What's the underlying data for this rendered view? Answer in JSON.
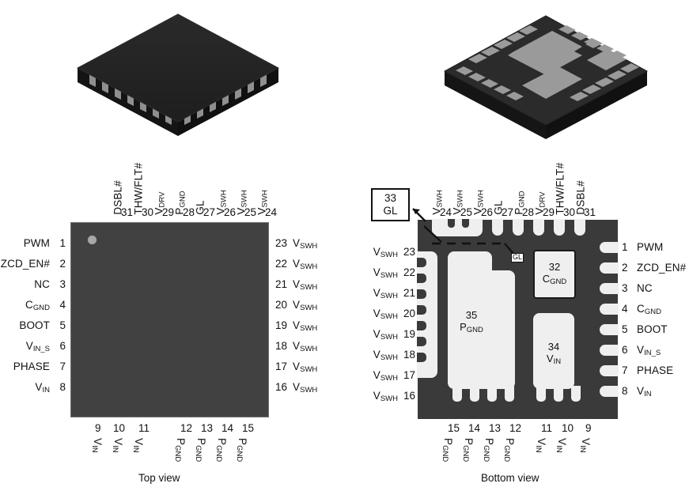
{
  "figure": {
    "type": "ic-package-pinout",
    "package_style": "QFN 31-pin with exposed pads",
    "views": [
      "Top view",
      "Bottom view"
    ]
  },
  "captions": {
    "top_view": "Top view",
    "bottom_view": "Bottom view"
  },
  "colors": {
    "body_top": "#414141",
    "body_bottom": "#3a3a3a",
    "pad": "#efefef",
    "pin1_dot": "#a8a8a8",
    "render_dark": "#1c1c1c",
    "render_pad": "#9a9a9a",
    "text": "#111111"
  },
  "pins": {
    "left_side": [
      {
        "number": "1",
        "name": "PWM",
        "sub": ""
      },
      {
        "number": "2",
        "name": "ZCD_EN#",
        "sub": ""
      },
      {
        "number": "3",
        "name": "NC",
        "sub": ""
      },
      {
        "number": "4",
        "name": "C",
        "sub": "GND"
      },
      {
        "number": "5",
        "name": "BOOT",
        "sub": ""
      },
      {
        "number": "6",
        "name": "V",
        "sub": "IN_S"
      },
      {
        "number": "7",
        "name": "PHASE",
        "sub": ""
      },
      {
        "number": "8",
        "name": "V",
        "sub": "IN"
      }
    ],
    "bottom_side": [
      {
        "number": "9",
        "name": "V",
        "sub": "IN"
      },
      {
        "number": "10",
        "name": "V",
        "sub": "IN"
      },
      {
        "number": "11",
        "name": "V",
        "sub": "IN"
      },
      {
        "number": "12",
        "name": "P",
        "sub": "GND"
      },
      {
        "number": "13",
        "name": "P",
        "sub": "GND"
      },
      {
        "number": "14",
        "name": "P",
        "sub": "GND"
      },
      {
        "number": "15",
        "name": "P",
        "sub": "GND"
      }
    ],
    "right_side": [
      {
        "number": "16",
        "name": "V",
        "sub": "SWH"
      },
      {
        "number": "17",
        "name": "V",
        "sub": "SWH"
      },
      {
        "number": "18",
        "name": "V",
        "sub": "SWH"
      },
      {
        "number": "19",
        "name": "V",
        "sub": "SWH"
      },
      {
        "number": "20",
        "name": "V",
        "sub": "SWH"
      },
      {
        "number": "21",
        "name": "V",
        "sub": "SWH"
      },
      {
        "number": "22",
        "name": "V",
        "sub": "SWH"
      },
      {
        "number": "23",
        "name": "V",
        "sub": "SWH"
      }
    ],
    "top_side": [
      {
        "number": "24",
        "name": "V",
        "sub": "SWH"
      },
      {
        "number": "25",
        "name": "V",
        "sub": "SWH"
      },
      {
        "number": "26",
        "name": "V",
        "sub": "SWH"
      },
      {
        "number": "27",
        "name": "GL",
        "sub": ""
      },
      {
        "number": "28",
        "name": "P",
        "sub": "GND"
      },
      {
        "number": "29",
        "name": "V",
        "sub": "DRV"
      },
      {
        "number": "30",
        "name": "THW/FLT#",
        "sub": ""
      },
      {
        "number": "31",
        "name": "DSBL#",
        "sub": ""
      }
    ],
    "exposed_pads": [
      {
        "number": "32",
        "name": "C",
        "sub": "GND"
      },
      {
        "number": "33",
        "name": "GL",
        "sub": ""
      },
      {
        "number": "34",
        "name": "V",
        "sub": "IN"
      },
      {
        "number": "35",
        "name": "P",
        "sub": "GND"
      }
    ]
  },
  "annotations": {
    "gl_tag": "GL",
    "callout_number": "33",
    "callout_name": "GL"
  }
}
